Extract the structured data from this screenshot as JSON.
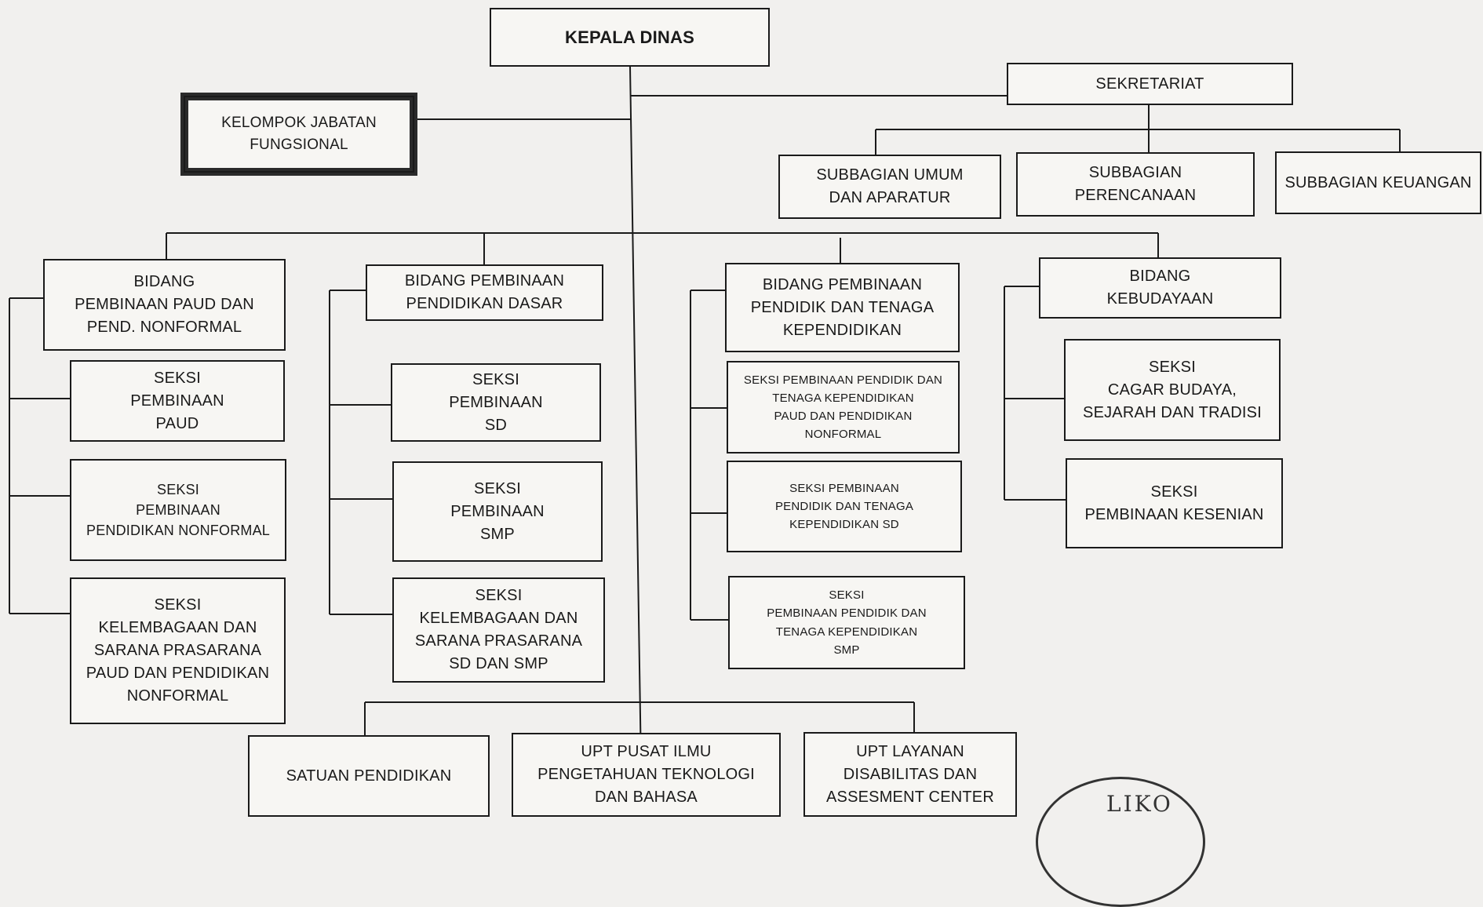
{
  "kepala_dinas": "KEPALA DINAS",
  "kelompok_jabatan": "KELOMPOK JABATAN\nFUNGSIONAL",
  "sekretariat": {
    "title": "SEKRETARIAT",
    "subbagian_umum": "SUBBAGIAN  UMUM\nDAN  APARATUR",
    "subbagian_perencanaan": "SUBBAGIAN\nPERENCANAAN",
    "subbagian_keuangan": "SUBBAGIAN KEUANGAN"
  },
  "bidang_paud": {
    "title": "BIDANG\nPEMBINAAN PAUD DAN\nPEND. NONFORMAL",
    "seksi": [
      "SEKSI\nPEMBINAAN\nPAUD",
      "SEKSI\nPEMBINAAN\nPENDIDIKAN NONFORMAL",
      "SEKSI\nKELEMBAGAAN DAN\nSARANA PRASARANA\nPAUD DAN PENDIDIKAN\nNONFORMAL"
    ]
  },
  "bidang_dasar": {
    "title": "BIDANG PEMBINAAN\nPENDIDIKAN DASAR",
    "seksi": [
      "SEKSI\nPEMBINAAN\nSD",
      "SEKSI\nPEMBINAAN\nSMP",
      "SEKSI\nKELEMBAGAAN DAN\nSARANA PRASARANA\nSD DAN SMP"
    ]
  },
  "bidang_pendidik": {
    "title": "BIDANG PEMBINAAN\nPENDIDIK DAN TENAGA\nKEPENDIDIKAN",
    "seksi": [
      "SEKSI PEMBINAAN PENDIDIK DAN\nTENAGA KEPENDIDIKAN\nPAUD DAN PENDIDIKAN\nNONFORMAL",
      "SEKSI PEMBINAAN\nPENDIDIK DAN  TENAGA\nKEPENDIDIKAN SD",
      "SEKSI\nPEMBINAAN PENDIDIK DAN\nTENAGA KEPENDIDIKAN\nSMP"
    ]
  },
  "bidang_kebudayaan": {
    "title": "BIDANG\nKEBUDAYAAN",
    "seksi": [
      "SEKSI\nCAGAR BUDAYA,\nSEJARAH DAN TRADISI",
      "SEKSI\nPEMBINAAN KESENIAN"
    ]
  },
  "unit": {
    "satuan_pendidikan": "SATUAN PENDIDIKAN",
    "upt_pusat_ilmu": "UPT PUSAT ILMU\nPENGETAHUAN TEKNOLOGI\nDAN  BAHASA",
    "upt_layanan": "UPT LAYANAN\nDISABILITAS DAN\nASSESMENT CENTER"
  },
  "stamp_text": "LIKO"
}
